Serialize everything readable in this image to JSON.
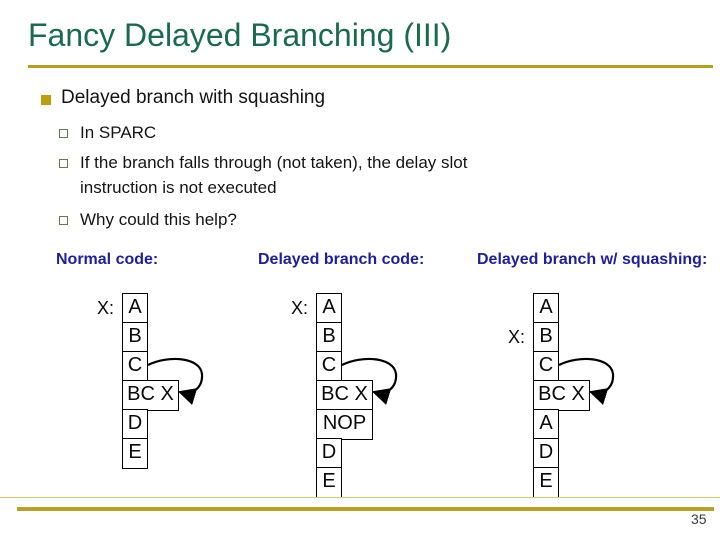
{
  "slide": {
    "title": "Fancy Delayed Branching (III)",
    "page_number": "35"
  },
  "colors": {
    "title_green": "#1a6b4e",
    "gold_rule": "#b3a11c",
    "gold_bullet": "#bf9c0d",
    "sub_bullet_green": "#5c7d52",
    "header_navy": "#1e1e9e",
    "text_black": "#141414"
  },
  "bullets": {
    "main": "Delayed branch with squashing",
    "sub": [
      {
        "lines": [
          "In SPARC"
        ]
      },
      {
        "lines": [
          "If the branch falls through (not taken), the delay slot",
          "instruction is not executed"
        ]
      },
      {
        "lines": [
          "Why could this help?"
        ]
      }
    ]
  },
  "diagram": {
    "columns": [
      {
        "header": "Normal code:",
        "label": "X:",
        "label_row": 0,
        "rows": [
          {
            "text": "A"
          },
          {
            "text": "B"
          },
          {
            "text": "C"
          },
          {
            "text": "BC X",
            "wide": true
          },
          {
            "text": "D"
          },
          {
            "text": "E"
          }
        ]
      },
      {
        "header": "Delayed branch code:",
        "label": "X:",
        "label_row": 0,
        "rows": [
          {
            "text": "A"
          },
          {
            "text": "B"
          },
          {
            "text": "C"
          },
          {
            "text": "BC X",
            "wide": true
          },
          {
            "text": "NOP",
            "wide": true
          },
          {
            "text": "D"
          },
          {
            "text": "E"
          }
        ]
      },
      {
        "header": "Delayed branch w/ squashing:",
        "label": "X:",
        "label_row": 1,
        "rows": [
          {
            "text": "A"
          },
          {
            "text": "B"
          },
          {
            "text": "C"
          },
          {
            "text": "BC X",
            "wide": true
          },
          {
            "text": "A"
          },
          {
            "text": "D"
          },
          {
            "text": "E"
          }
        ]
      }
    ]
  }
}
